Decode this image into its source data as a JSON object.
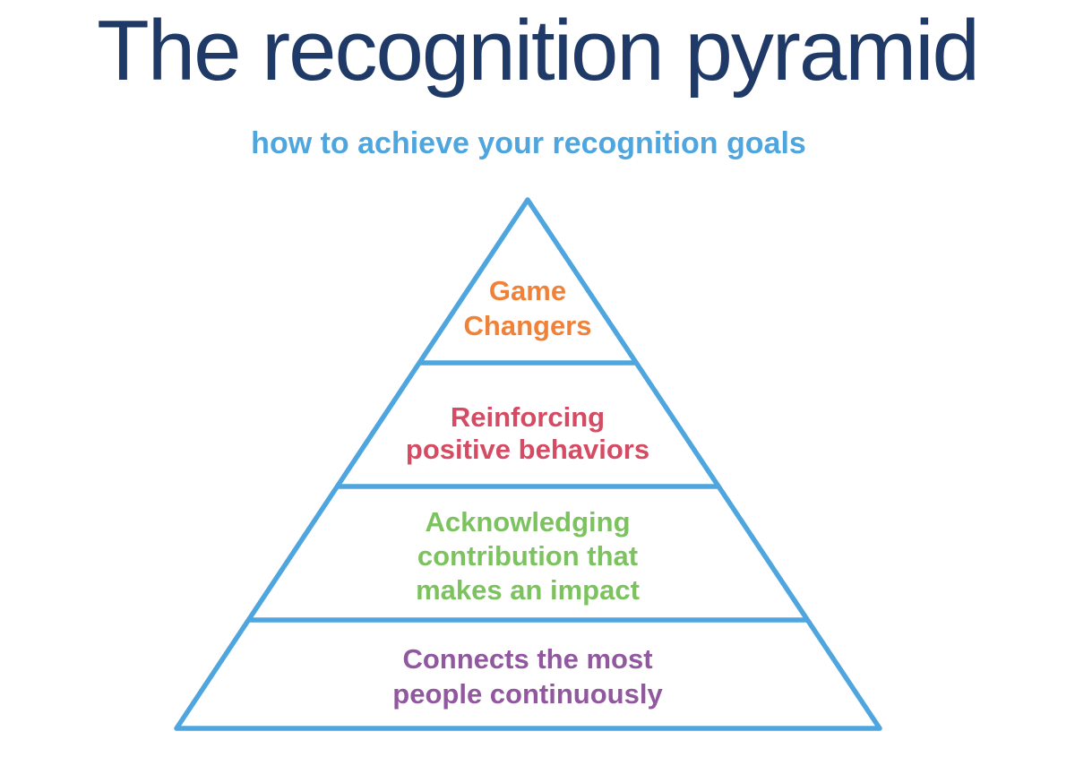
{
  "page": {
    "title": "The recognition pyramid",
    "subtitle": "how to achieve your recognition goals"
  },
  "colors": {
    "title_navy": "#1f3a67",
    "accent_blue": "#4fa6de",
    "orange": "#f08138",
    "red": "#d54b63",
    "green": "#7cc360",
    "purple": "#91589f"
  },
  "pyramid": {
    "levels": [
      {
        "label": "Game Changers",
        "lines": [
          "Game",
          "Changers"
        ],
        "color": "#f08138"
      },
      {
        "label": "Reinforcing positive behaviors",
        "lines": [
          "Reinforcing",
          "positive behaviors"
        ],
        "color": "#d54b63"
      },
      {
        "label": "Acknowledging contribution that makes an impact",
        "lines": [
          "Acknowledging",
          "contribution that",
          "makes an impact"
        ],
        "color": "#7cc360"
      },
      {
        "label": "Connects the most people continuously",
        "lines": [
          "Connects the most",
          "people continuously"
        ],
        "color": "#91589f"
      }
    ]
  }
}
